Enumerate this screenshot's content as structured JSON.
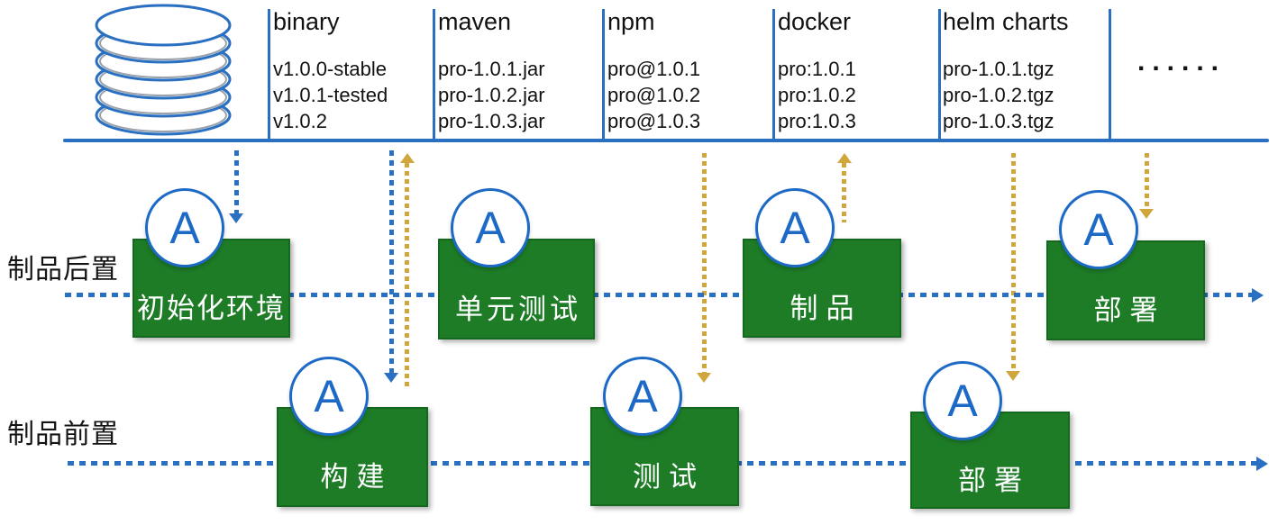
{
  "repository": {
    "ellipsis": "......",
    "columns": [
      {
        "name": "binary",
        "items": [
          "v1.0.0-stable",
          "v1.0.1-tested",
          "v1.0.2"
        ]
      },
      {
        "name": "maven",
        "items": [
          "pro-1.0.1.jar",
          "pro-1.0.2.jar",
          "pro-1.0.3.jar"
        ]
      },
      {
        "name": "npm",
        "items": [
          "pro@1.0.1",
          "pro@1.0.2",
          "pro@1.0.3"
        ]
      },
      {
        "name": "docker",
        "items": [
          "pro:1.0.1",
          "pro:1.0.2",
          "pro:1.0.3"
        ]
      },
      {
        "name": "helm charts",
        "items": [
          "pro-1.0.1.tgz",
          "pro-1.0.2.tgz",
          "pro-1.0.3.tgz"
        ]
      }
    ]
  },
  "pipelines": [
    {
      "label": "制品后置",
      "stages": [
        {
          "name": "初始化环境",
          "badge": "A"
        },
        {
          "name": "单元测试",
          "badge": "A"
        },
        {
          "name": "制品",
          "badge": "A"
        },
        {
          "name": "部署",
          "badge": "A"
        }
      ]
    },
    {
      "label": "制品前置",
      "stages": [
        {
          "name": "构建",
          "badge": "A"
        },
        {
          "name": "测试",
          "badge": "A"
        },
        {
          "name": "部署",
          "badge": "A"
        }
      ]
    }
  ],
  "colors": {
    "accent-blue": "#2a70c2",
    "circle-blue": "#1c6ac6",
    "stage-green": "#1e7c27",
    "arrow-gold": "#d0a73c",
    "text-black": "#1a1a1a"
  }
}
